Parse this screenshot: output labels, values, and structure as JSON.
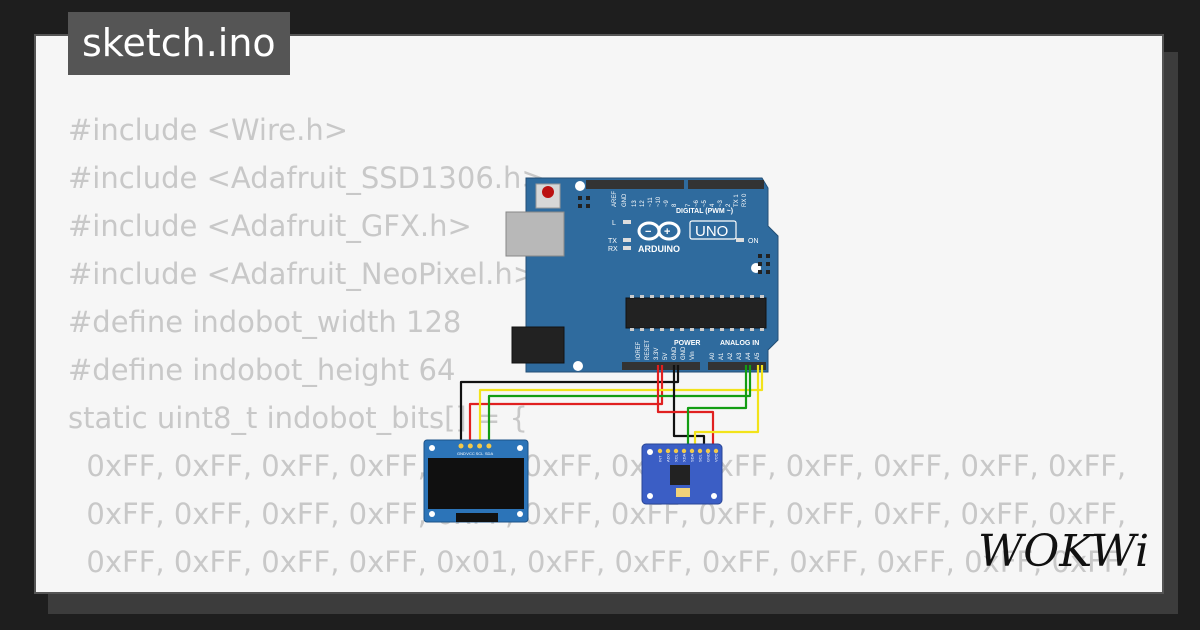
{
  "tab": {
    "filename": "sketch.ino"
  },
  "code": {
    "lines": [
      "#include <Wire.h>",
      "#include <Adafruit_SSD1306.h>",
      "#include <Adafruit_GFX.h>",
      "#include <Adafruit_NeoPixel.h>",
      "",
      "#define indobot_width 128",
      "#define indobot_height 64",
      "static uint8_t indobot_bits[] = {",
      "  0xFF, 0xFF, 0xFF, 0xFF, 0xFF, 0xFF, 0xFF, 0xFF, 0xFF, 0xFF, 0xFF, 0xFF,",
      "  0xFF, 0xFF, 0xFF, 0xFF, 0xFF, 0xFF, 0xFF, 0xFF, 0xFF, 0xFF, 0xFF, 0xFF,",
      "  0xFF, 0xFF, 0xFF, 0xFF, 0x01, 0xFF, 0xFF, 0xFF, 0xFF, 0xFF, 0xFF, 0xFF,"
    ]
  },
  "arduino": {
    "brand": "ARDUINO",
    "model": "UNO",
    "digital_header": "DIGITAL (PWM ~)",
    "power_header": "POWER",
    "analog_header": "ANALOG IN",
    "label_aref": "AREF",
    "label_gnd": "GND",
    "label_l": "L",
    "label_tx": "TX",
    "label_rx": "RX",
    "label_on": "ON",
    "digital_pins": [
      "13",
      "12",
      "~11",
      "~10",
      "~9",
      "8",
      "7",
      "~6",
      "~5",
      "4",
      "~3",
      "2",
      "TX 1",
      "RX 0"
    ],
    "power_pins": [
      "IOREF",
      "RESET",
      "3.3V",
      "5V",
      "GND",
      "GND",
      "Vin"
    ],
    "analog_pins": [
      "A0",
      "A1",
      "A2",
      "A3",
      "A4",
      "A5"
    ]
  },
  "oled": {
    "pins": [
      "GND",
      "VCC",
      "SCL",
      "SDA"
    ]
  },
  "mpu": {
    "pins": [
      "INT",
      "AD0",
      "XCL",
      "XDA",
      "SDA",
      "SCL",
      "GND",
      "VCC"
    ]
  },
  "brand": {
    "logo_text": "WOKWi"
  },
  "colors": {
    "background": "#1e1e1e",
    "card": "#f6f6f6",
    "board_blue": "#2f6b9e",
    "wire_black": "#111111",
    "wire_red": "#e02020",
    "wire_yellow": "#f2e31a",
    "wire_green": "#139d13"
  }
}
